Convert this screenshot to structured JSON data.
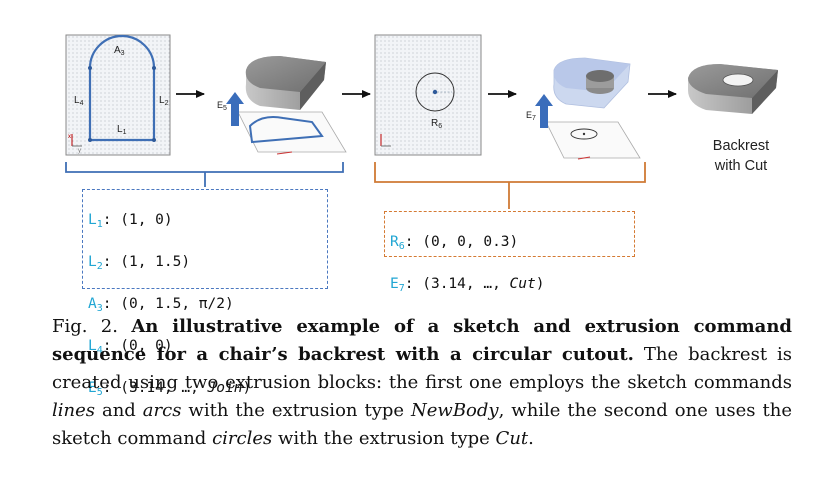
{
  "sketch1": {
    "labels": {
      "l1": "L",
      "l1_sub": "1",
      "l2": "L",
      "l2_sub": "2",
      "a3": "A",
      "a3_sub": "3",
      "l4": "L",
      "l4_sub": "4"
    }
  },
  "extrude1": {
    "label": "E",
    "label_sub": "5"
  },
  "sketch2": {
    "labels": {
      "r6": "R",
      "r6_sub": "6"
    }
  },
  "extrude2": {
    "label": "E",
    "label_sub": "7"
  },
  "result": {
    "label_line1": "Backrest",
    "label_line2": "with Cut"
  },
  "code_block_1": [
    {
      "cmd": "L",
      "sub": "1",
      "args": "(1, 0)"
    },
    {
      "cmd": "L",
      "sub": "2",
      "args": "(1, 1.5)"
    },
    {
      "cmd": "A",
      "sub": "3",
      "args": "(0, 1.5, π/2)"
    },
    {
      "cmd": "L",
      "sub": "4",
      "args": "(0, 0)"
    },
    {
      "cmd": "E",
      "sub": "5",
      "args_pre": "(3.14, …, ",
      "args_it": "Join",
      "args_post": ")"
    }
  ],
  "code_block_2": [
    {
      "cmd": "R",
      "sub": "6",
      "args": "(0, 0, 0.3)"
    },
    {
      "cmd": "E",
      "sub": "7",
      "args_pre": "(3.14, …, ",
      "args_it": "Cut",
      "args_post": ")"
    }
  ],
  "caption": {
    "fig": "Fig. 2.",
    "bold": "An illustrative example of a sketch and extrusion command sequence for a chair’s backrest with a circular cutout.",
    "t1": " The backrest is created using two extrusion blocks: the first one employs the sketch commands ",
    "i1": "lines",
    "t2": " and ",
    "i2": "arcs",
    "t3": " with the extrusion type ",
    "i3": "NewBody",
    "t4": ", while the second one uses the sketch command ",
    "i4": "circles",
    "t5": " with the extrusion type ",
    "i5": "Cut",
    "t6": "."
  },
  "colors": {
    "blue": "#3f6fb5",
    "orange": "#cf7a35",
    "cyan": "#21a6d3",
    "arrow_blue": "#3a6dbb"
  }
}
